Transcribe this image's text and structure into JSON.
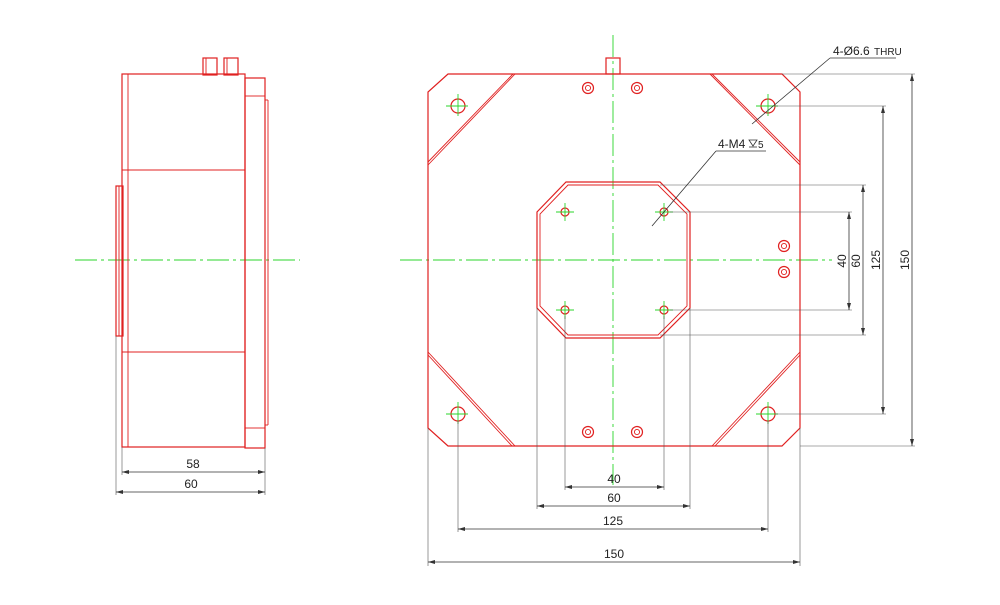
{
  "colors": {
    "outline": "#e02020",
    "centerline": "#2bd42b",
    "dimension": "#333333",
    "background": "#ffffff"
  },
  "side_view": {
    "dim_inner": "58",
    "dim_outer": "60"
  },
  "front_view": {
    "dim_horizontal_40": "40",
    "dim_horizontal_60": "60",
    "dim_horizontal_125": "125",
    "dim_horizontal_150": "150",
    "dim_vertical_40": "40",
    "dim_vertical_60": "60",
    "dim_vertical_125": "125",
    "dim_vertical_150": "150",
    "callout_thru_holes": "4-Ø6.6",
    "callout_thru_suffix": "THRU",
    "callout_tapped_holes": "4-M4",
    "callout_tapped_depth": "5"
  }
}
